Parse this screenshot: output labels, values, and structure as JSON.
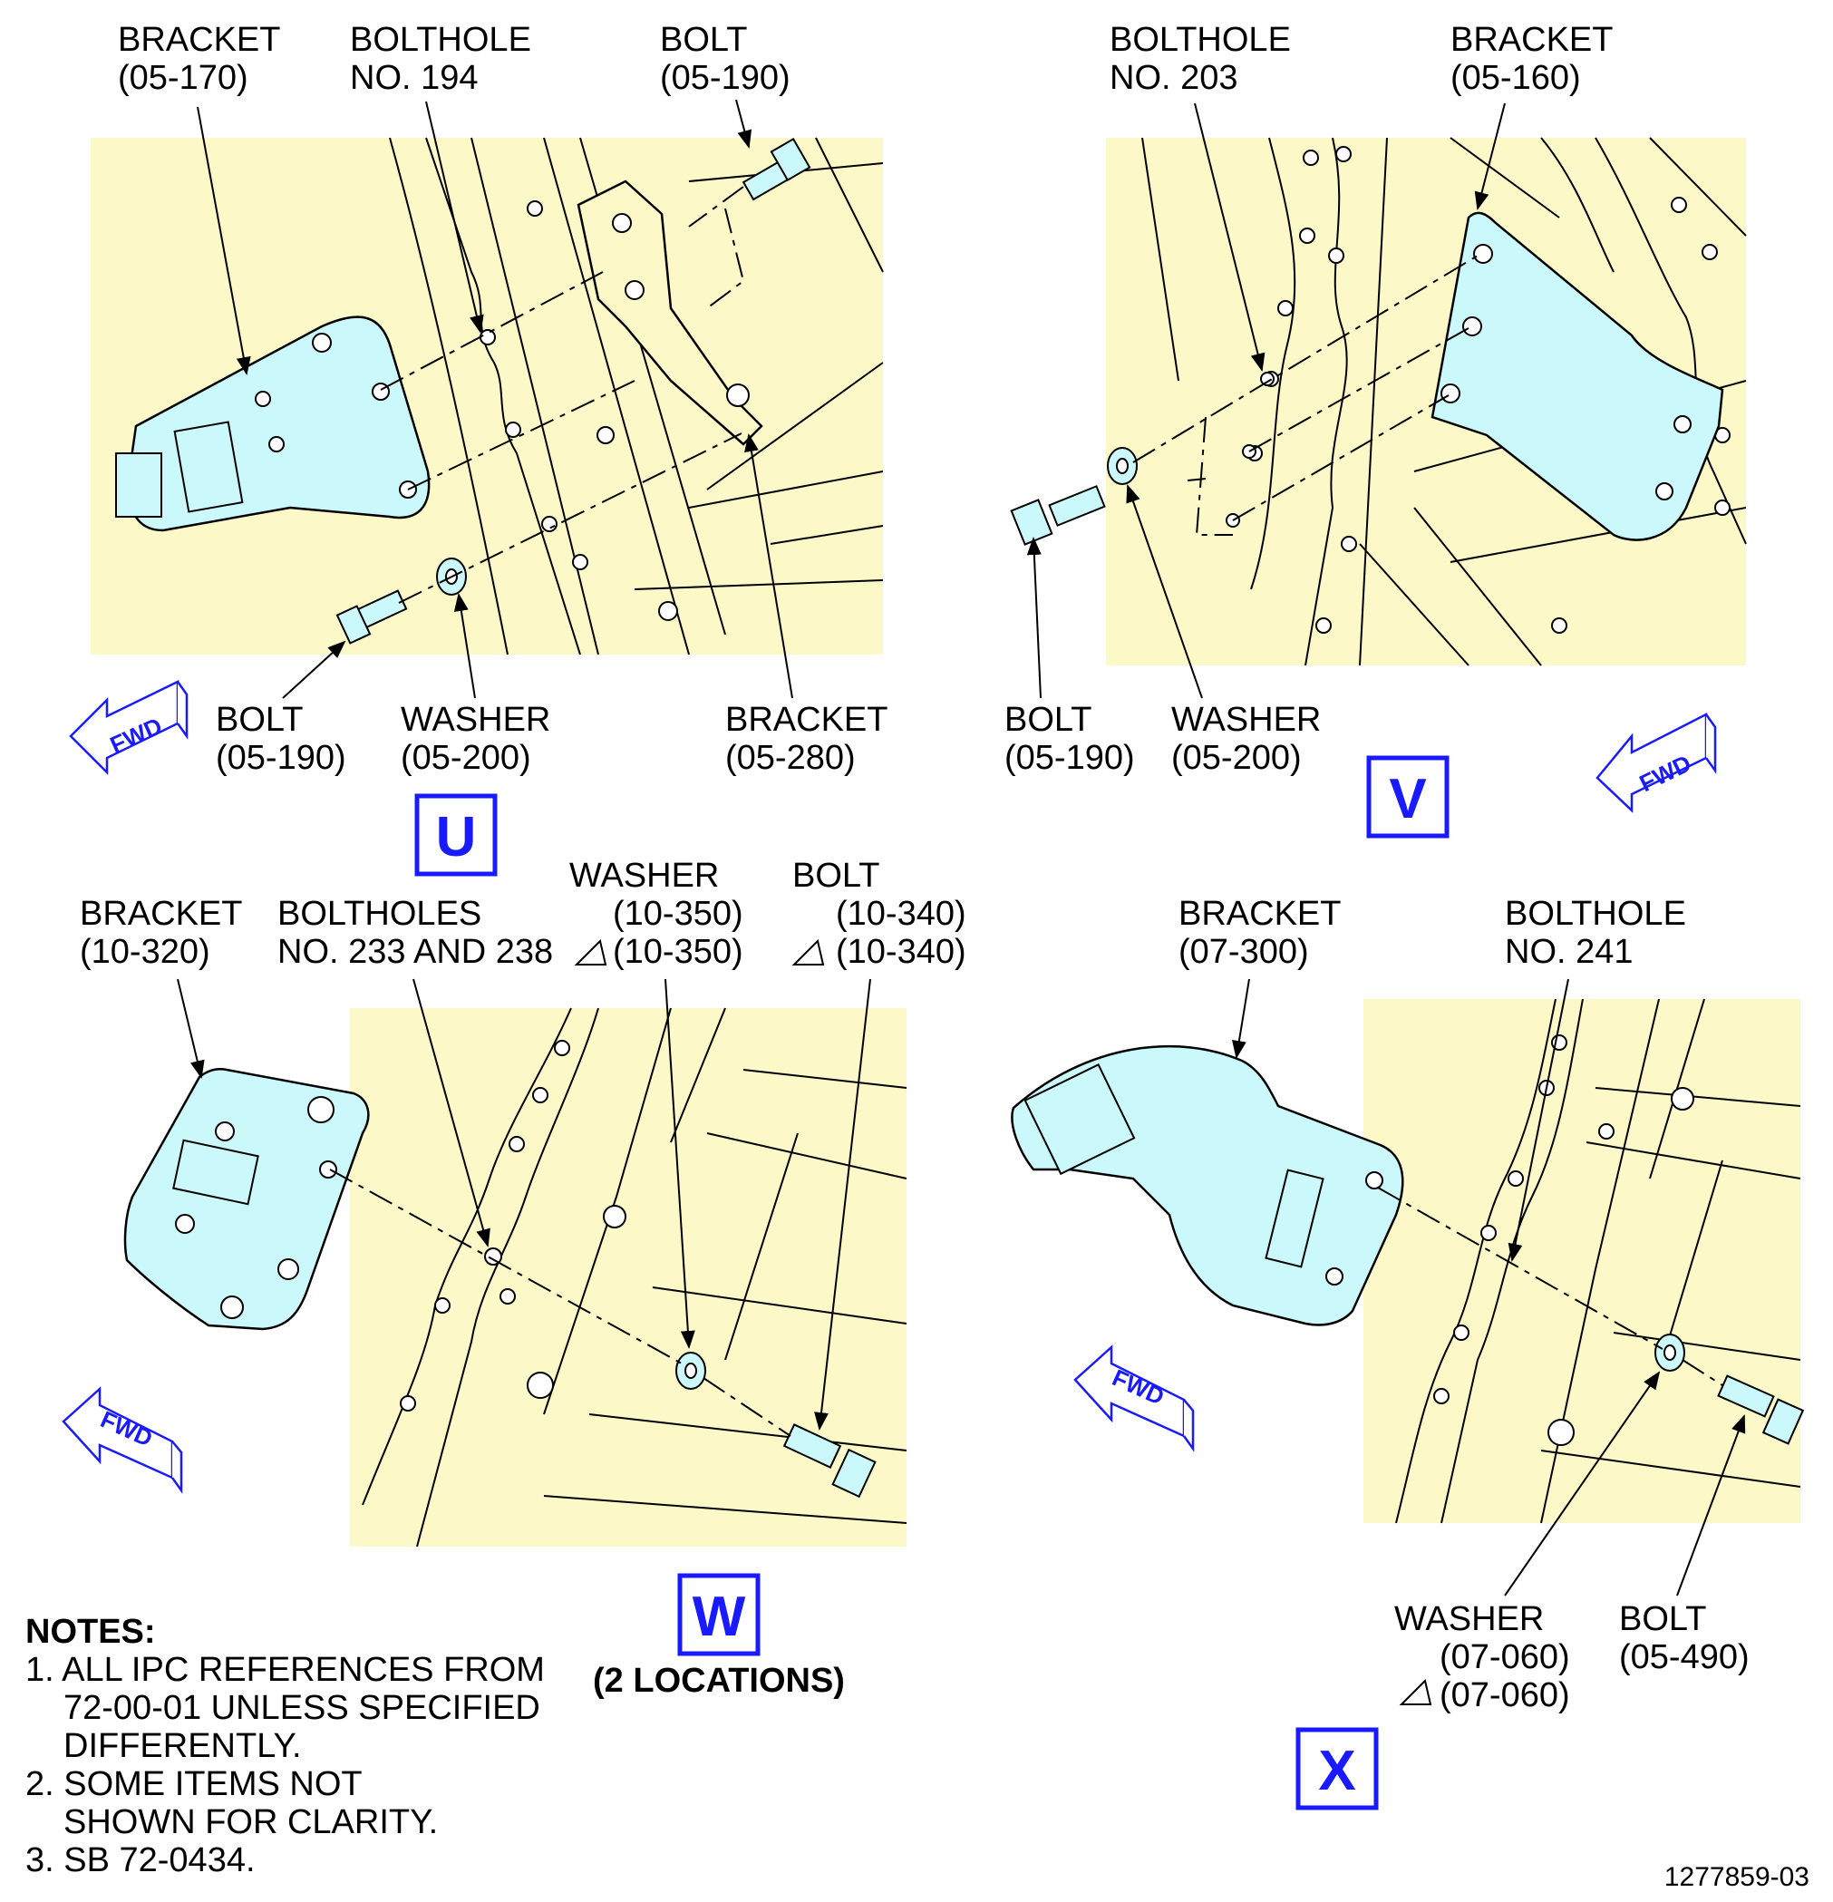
{
  "views": {
    "u": {
      "id": "U",
      "labels": {
        "bracket_170": [
          "BRACKET",
          "(05-170)"
        ],
        "bolthole_194": [
          "BOLTHOLE",
          "NO. 194"
        ],
        "bolt_top": [
          "BOLT",
          "(05-190)"
        ],
        "bolt_bottom": [
          "BOLT",
          "(05-190)"
        ],
        "washer": [
          "WASHER",
          "(05-200)"
        ],
        "bracket_280": [
          "BRACKET",
          "(05-280)"
        ]
      },
      "fwd": "FWD"
    },
    "v": {
      "id": "V",
      "labels": {
        "bolthole_203": [
          "BOLTHOLE",
          "NO. 203"
        ],
        "bracket_160": [
          "BRACKET",
          "(05-160)"
        ],
        "bolt": [
          "BOLT",
          "(05-190)"
        ],
        "washer": [
          "WASHER",
          "(05-200)"
        ]
      },
      "fwd": "FWD"
    },
    "w": {
      "id": "W",
      "subtitle": "(2 LOCATIONS)",
      "labels": {
        "bracket_320": [
          "BRACKET",
          "(10-320)"
        ],
        "boltholes": [
          "BOLTHOLES",
          "NO. 233 AND 238"
        ],
        "washer": [
          "WASHER",
          "(10-350)",
          "(10-350)"
        ],
        "bolt": [
          "BOLT",
          "(10-340)",
          "(10-340)"
        ]
      },
      "fwd": "FWD"
    },
    "x": {
      "id": "X",
      "labels": {
        "bracket_300": [
          "BRACKET",
          "(07-300)"
        ],
        "bolthole_241": [
          "BOLTHOLE",
          "NO. 241"
        ],
        "washer": [
          "WASHER",
          "(07-060)",
          "(07-060)"
        ],
        "bolt": [
          "BOLT",
          "(05-490)"
        ]
      },
      "fwd": "FWD"
    }
  },
  "notes": {
    "title": "NOTES:",
    "items": [
      "1. ALL IPC REFERENCES FROM",
      "72-00-01 UNLESS SPECIFIED",
      "DIFFERENTLY.",
      "2. SOME ITEMS NOT",
      "SHOWN FOR CLARITY.",
      "3. SB 72-0434."
    ]
  },
  "figure_number": "1277859-03",
  "colors": {
    "background_panel": "#fcf8c8",
    "part_fill": "#cbf8fb",
    "callout_blue": "#1a1aff",
    "line": "#000000"
  }
}
